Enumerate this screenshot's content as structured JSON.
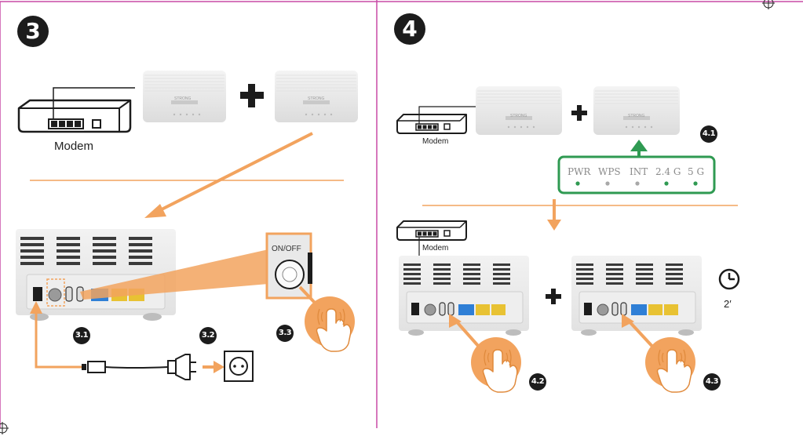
{
  "steps": {
    "step3": "3",
    "step4": "4",
    "s3_1": "3.1",
    "s3_2": "3.2",
    "s3_3": "3.3",
    "s4_1": "4.1",
    "s4_2": "4.2",
    "s4_3": "4.3"
  },
  "labels": {
    "modem": "Modem",
    "modem_small_1": "Modem",
    "modem_small_2": "Modem",
    "on_off": "ON/OFF",
    "wait_time": "2′",
    "brand": "STRONG"
  },
  "leds": [
    "PWR",
    "WPS",
    "INT",
    "2.4 G",
    "5 G"
  ],
  "colors": {
    "accent_orange": "#f2a35e",
    "panel_green": "#2f9a52",
    "frame_magenta": "#c94aa6",
    "lan_yellow": "#e8c233",
    "wan_blue": "#2f7fd6"
  }
}
